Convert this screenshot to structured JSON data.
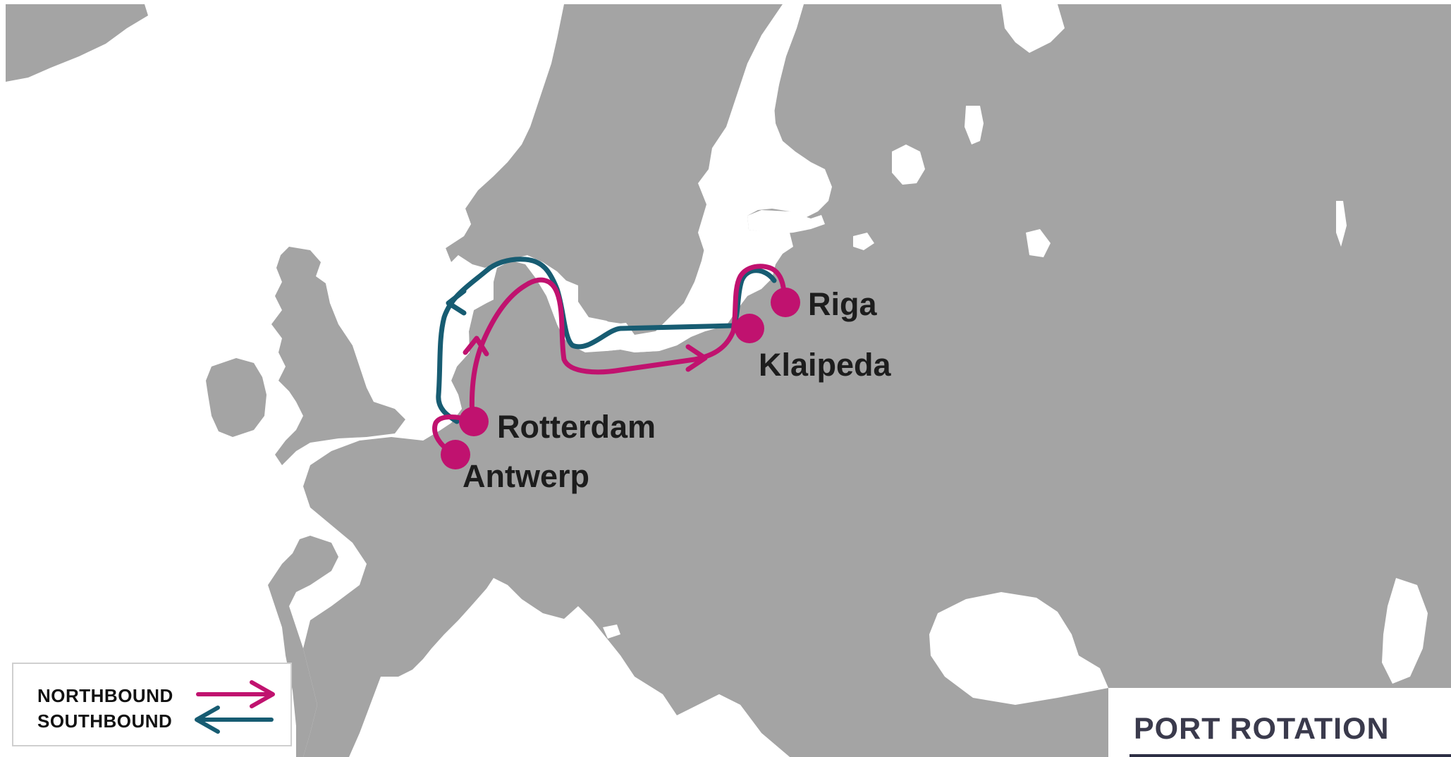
{
  "map": {
    "land_color": "#a4a4a4",
    "sea_color": "#ffffff"
  },
  "routes": {
    "northbound_color": "#c0126f",
    "southbound_color": "#175c72"
  },
  "ports": [
    {
      "name": "Riga"
    },
    {
      "name": "Klaipeda"
    },
    {
      "name": "Rotterdam"
    },
    {
      "name": "Antwerp"
    }
  ],
  "legend": {
    "northbound_label": "NORTHBOUND",
    "southbound_label": "SOUTHBOUND"
  },
  "panel": {
    "title": "PORT ROTATION"
  }
}
